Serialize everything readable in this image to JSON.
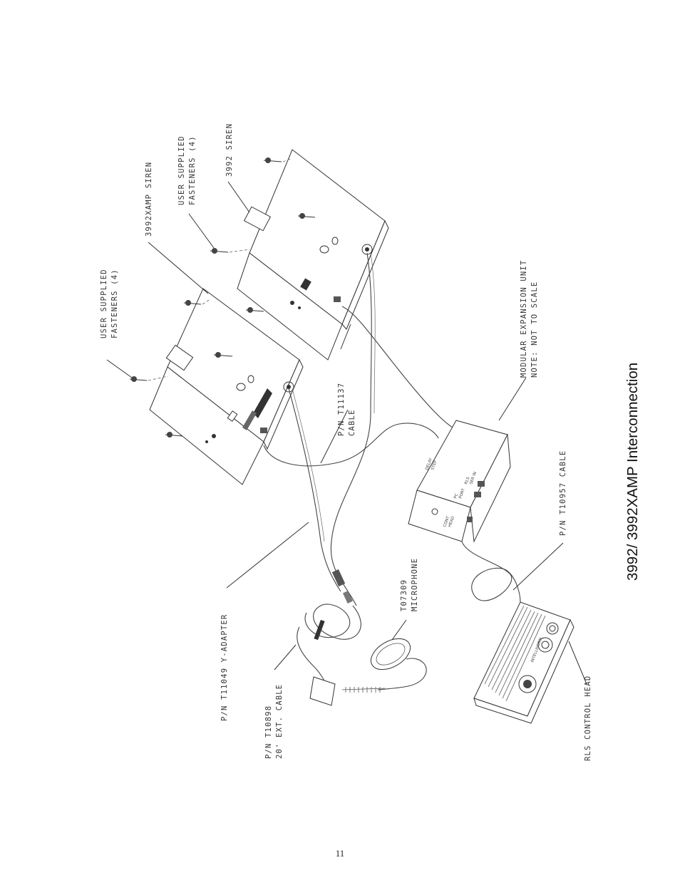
{
  "labels": {
    "user_supplied_fasteners_left": [
      "USER SUPPLIED",
      "FASTENERS (4)"
    ],
    "siren_3992xamp": "3992XAMP SIREN",
    "user_supplied_fasteners_right": [
      "USER SUPPLIED",
      "FASTENERS (4)"
    ],
    "siren_3992": "3992 SIREN",
    "cable_t11137": [
      "P/N T11137",
      "CABLE"
    ],
    "modular_expansion_unit": [
      "MODULAR EXPANSION UNIT",
      "NOTE: NOT TO SCALE"
    ],
    "cable_t10957": "P/N T10957 CABLE",
    "microphone": [
      "T07309",
      "MICROPHONE"
    ],
    "y_adapter": "P/N T11049 Y-ADAPTER",
    "ext_cable": [
      "P/N T10898",
      "20' EXT. CABLE"
    ],
    "control_head": "RLS CONTROL HEAD"
  },
  "unit_panel_text": {
    "expansion_left": [
      "DELAY",
      "STEP"
    ],
    "expansion_mid": [
      "PC",
      "PORT"
    ],
    "expansion_right": [
      "CONT",
      "HEAD"
    ],
    "expansion_aux": [
      "RLS",
      "SER IN"
    ],
    "control_head_brand": "INTELLIHORN"
  },
  "caption": "3992/ 3992XAMP Interconnection",
  "page_number": "11"
}
